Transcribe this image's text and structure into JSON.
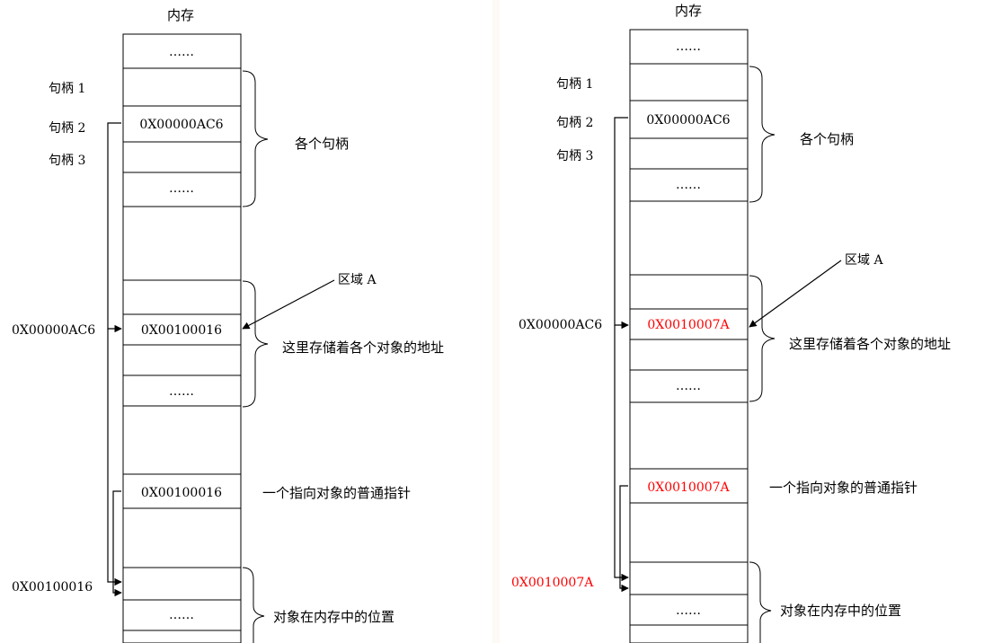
{
  "colors": {
    "line": "#000000",
    "text": "#000000",
    "highlight": "#ff0000"
  },
  "panels": [
    {
      "title": "内存",
      "ellipsis": "……",
      "handles": [
        "句柄 1",
        "句柄 2",
        "句柄 3"
      ],
      "handle_value": "0X00000AC6",
      "handles_brace_label": "各个句柄",
      "region_label": "区域 A",
      "region_address": "0X00000AC6",
      "region_value": "0X00100016",
      "region_brace_label": "这里存储着各个对象的地址",
      "pointer_value": "0X00100016",
      "pointer_label": "一个指向对象的普通指针",
      "object_address": "0X00100016",
      "object_brace_label": "对象在内存中的位置",
      "updated_highlight": false
    },
    {
      "title": "内存",
      "ellipsis": "……",
      "handles": [
        "句柄 1",
        "句柄 2",
        "句柄 3"
      ],
      "handle_value": "0X00000AC6",
      "handles_brace_label": "各个句柄",
      "region_label": "区域 A",
      "region_address": "0X00000AC6",
      "region_value": "0X0010007A",
      "region_brace_label": "这里存储着各个对象的地址",
      "pointer_value": "0X0010007A",
      "pointer_label": "一个指向对象的普通指针",
      "object_address": "0X0010007A",
      "object_brace_label": "对象在内存中的位置",
      "updated_highlight": true
    }
  ]
}
